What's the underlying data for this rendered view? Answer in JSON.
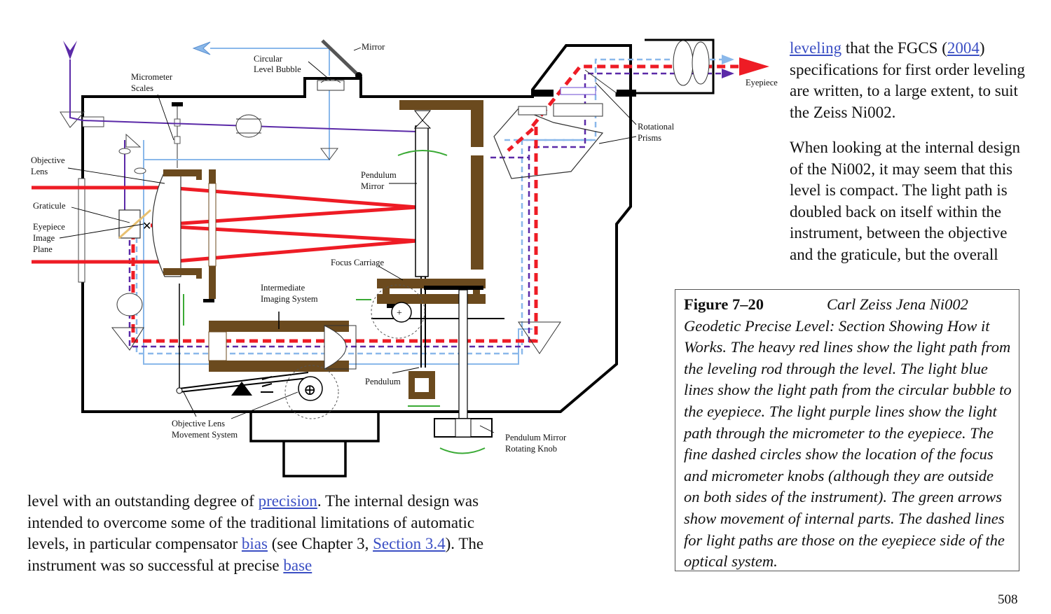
{
  "diagram": {
    "labels": {
      "mirror": "Mirror",
      "circular_level_bubble_1": "Circular",
      "circular_level_bubble_2": "Level Bubble",
      "micrometer_scales_1": "Micrometer",
      "micrometer_scales_2": "Scales",
      "objective_lens_1": "Objective",
      "objective_lens_2": "Lens",
      "graticule": "Graticule",
      "eyepiece_image_plane_1": "Eyepiece",
      "eyepiece_image_plane_2": "Image",
      "eyepiece_image_plane_3": "Plane",
      "pendulum_mirror_1": "Pendulum",
      "pendulum_mirror_2": "Mirror",
      "focus_carriage": "Focus Carriage",
      "intermediate_imaging_system_1": "Intermediate",
      "intermediate_imaging_system_2": "Imaging System",
      "pendulum": "Pendulum",
      "objective_lens_movement_1": "Objective Lens",
      "objective_lens_movement_2": "Movement System",
      "pendulum_mirror_knob_1": "Pendulum Mirror",
      "pendulum_mirror_knob_2": "Rotating Knob",
      "rotational_prisms_1": "Rotational",
      "rotational_prisms_2": "Prisms",
      "eyepiece": "Eyepiece"
    },
    "colors": {
      "red_path": "#ee1c25",
      "blue_path": "#8ab8ea",
      "purple_path": "#5b2aa8",
      "brown_parts": "#6b4a1e",
      "green_arrows": "#3aaa35"
    }
  },
  "right_text": {
    "p1_link1": "leveling",
    "p1_t1": " that the FGCS (",
    "p1_link2": "2004",
    "p1_t2": ") specifications for first order leveling are written, to a large extent, to suit the Zeiss Ni002.",
    "p2": "When looking at the internal design of the Ni002, it may seem that this level is compact. The light path is doubled back on itself within the instrument, between the objective and the graticule, but the overall"
  },
  "caption": {
    "number": "Figure 7–20",
    "title": "Carl Zeiss Jena Ni002",
    "body": "Geodetic Precise Level: Section Showing How it Works. The heavy red lines show the light path from the leveling rod through the level. The light blue lines show the light path from the circular bubble to the eyepiece. The light purple lines show the light path through the micrometer to the eyepiece. The fine dashed circles show the location of the focus and micrometer knobs (although they are outside on both sides of the instrument). The green arrows show movement of internal parts. The dashed lines for light paths are those on the eyepiece side of the optical system."
  },
  "bottom_text": {
    "t1": "level with an outstanding degree of ",
    "link1": "precision",
    "t2": ". The internal design was intended to overcome some of the traditional limitations of automatic levels, in particular compensator ",
    "link2": "bias",
    "t3": " (see Chapter 3, ",
    "link3": "Section 3.4",
    "t4": "). The instrument was so successful at precise ",
    "link4": "base "
  },
  "page_number": "508"
}
